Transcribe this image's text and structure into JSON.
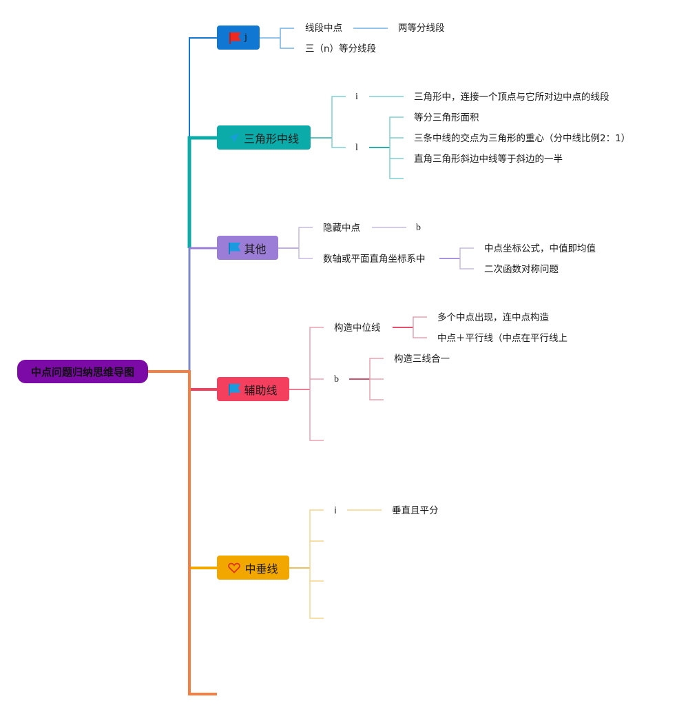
{
  "root": {
    "label": "中点问题归纳思维导图",
    "color": "#7b0aa6"
  },
  "branches": [
    {
      "id": "b1",
      "label": "j",
      "icon": "red-flag-icon",
      "color": "#1078d2",
      "children": [
        {
          "label": "线段中点",
          "children": [
            {
              "label": "两等分线段"
            }
          ]
        },
        {
          "label": "三（n）等分线段"
        }
      ]
    },
    {
      "id": "b2",
      "label": "三角形中线",
      "icon": "paper-plane-icon",
      "color": "#0aaba8",
      "children": [
        {
          "label": "i",
          "children": [
            {
              "label": "三角形中，连接一个顶点与它所对边中点的线段"
            }
          ]
        },
        {
          "label": "l",
          "children": [
            {
              "label": "等分三角形面积"
            },
            {
              "label": "三条中线的交点为三角形的重心（分中线比例2：1）"
            },
            {
              "label": "直角三角形斜边中线等于斜边的一半"
            },
            {
              "label": ""
            }
          ]
        }
      ]
    },
    {
      "id": "b3",
      "label": "其他",
      "icon": "blue-flag-icon",
      "color": "#9b7cd6",
      "children": [
        {
          "label": "隐藏中点",
          "children": [
            {
              "label": "b"
            }
          ]
        },
        {
          "label": "数轴或平面直角坐标系中",
          "children": [
            {
              "label": "中点坐标公式，中值即均值"
            },
            {
              "label": "二次函数对称问题"
            }
          ]
        }
      ]
    },
    {
      "id": "b4",
      "label": "辅助线",
      "icon": "blue-flag-icon",
      "color": "#f43f5e",
      "children": [
        {
          "label": "构造中位线",
          "children": [
            {
              "label": "多个中点出现，连中点构造"
            },
            {
              "label": "中点＋平行线（中点在平行线上"
            }
          ]
        },
        {
          "label": "b",
          "children": [
            {
              "label": "构造三线合一"
            },
            {
              "label": ""
            },
            {
              "label": ""
            }
          ]
        },
        {
          "label": ""
        }
      ]
    },
    {
      "id": "b5",
      "label": "中垂线",
      "icon": "heart-icon",
      "color": "#f2a600",
      "children": [
        {
          "label": "i",
          "children": [
            {
              "label": "垂直且平分"
            }
          ]
        },
        {
          "label": ""
        },
        {
          "label": ""
        },
        {
          "label": ""
        }
      ]
    }
  ],
  "trunk_colors": {
    "blue": "#1078d2",
    "teal": "#0aaba8",
    "purple": "#7b88d0",
    "orange": "#f57e42"
  },
  "flag_colors": {
    "red": "#f0281e",
    "blue": "#1a9be0"
  }
}
